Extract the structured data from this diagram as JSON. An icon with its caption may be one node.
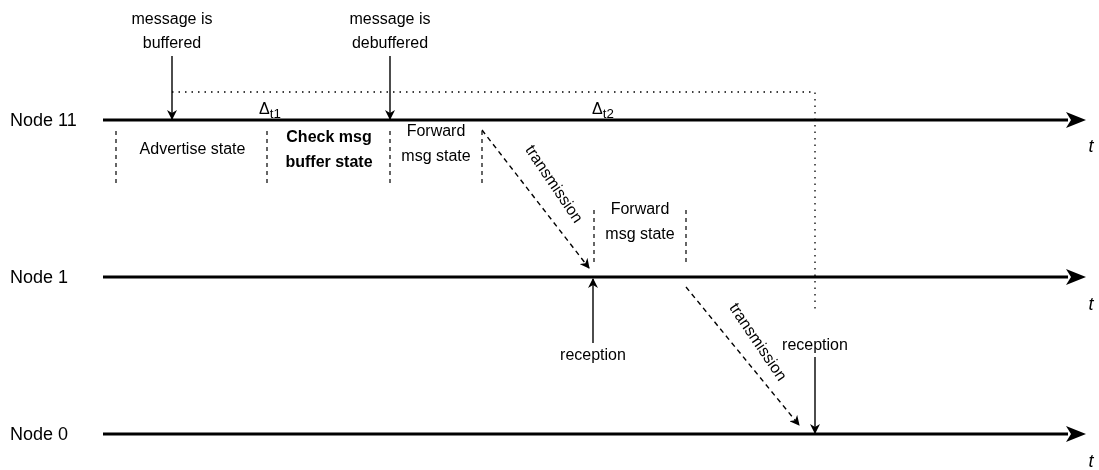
{
  "diagram": {
    "nodes": [
      {
        "text": [
          "message is buffered"
        ]
      },
      {
        "text": [
          "message is debuffered"
        ]
      },
      {
        "text": [
          "Node 11"
        ]
      },
      {
        "text": [
          "Node 1"
        ]
      },
      {
        "text": [
          "reception"
        ]
      },
      {
        "text": [
          "reception"
        ]
      },
      {
        "text": [
          "Node 0"
        ]
      }
    ],
    "edges": [
      {
        "from": 0,
        "to": 2,
        "arrow": "to"
      },
      {
        "from": 1,
        "to": 2,
        "arrow": "to"
      },
      {
        "from": 2,
        "to": 3,
        "label": "transmission",
        "arrow": "to",
        "style": "dashed"
      },
      {
        "from": 3,
        "to": 6,
        "label": "transmission",
        "arrow": "to",
        "style": "dashed"
      },
      {
        "from": 4,
        "to": 3,
        "arrow": "to"
      },
      {
        "from": 5,
        "to": 6,
        "arrow": "to"
      }
    ],
    "labels": [
      "Δ$_{t1}$",
      "Δ$_{t2}$",
      "Advertise state",
      "Check msg buffer state",
      "Forward msg state",
      "t",
      "Forward msg state",
      "t",
      "t"
    ]
  }
}
